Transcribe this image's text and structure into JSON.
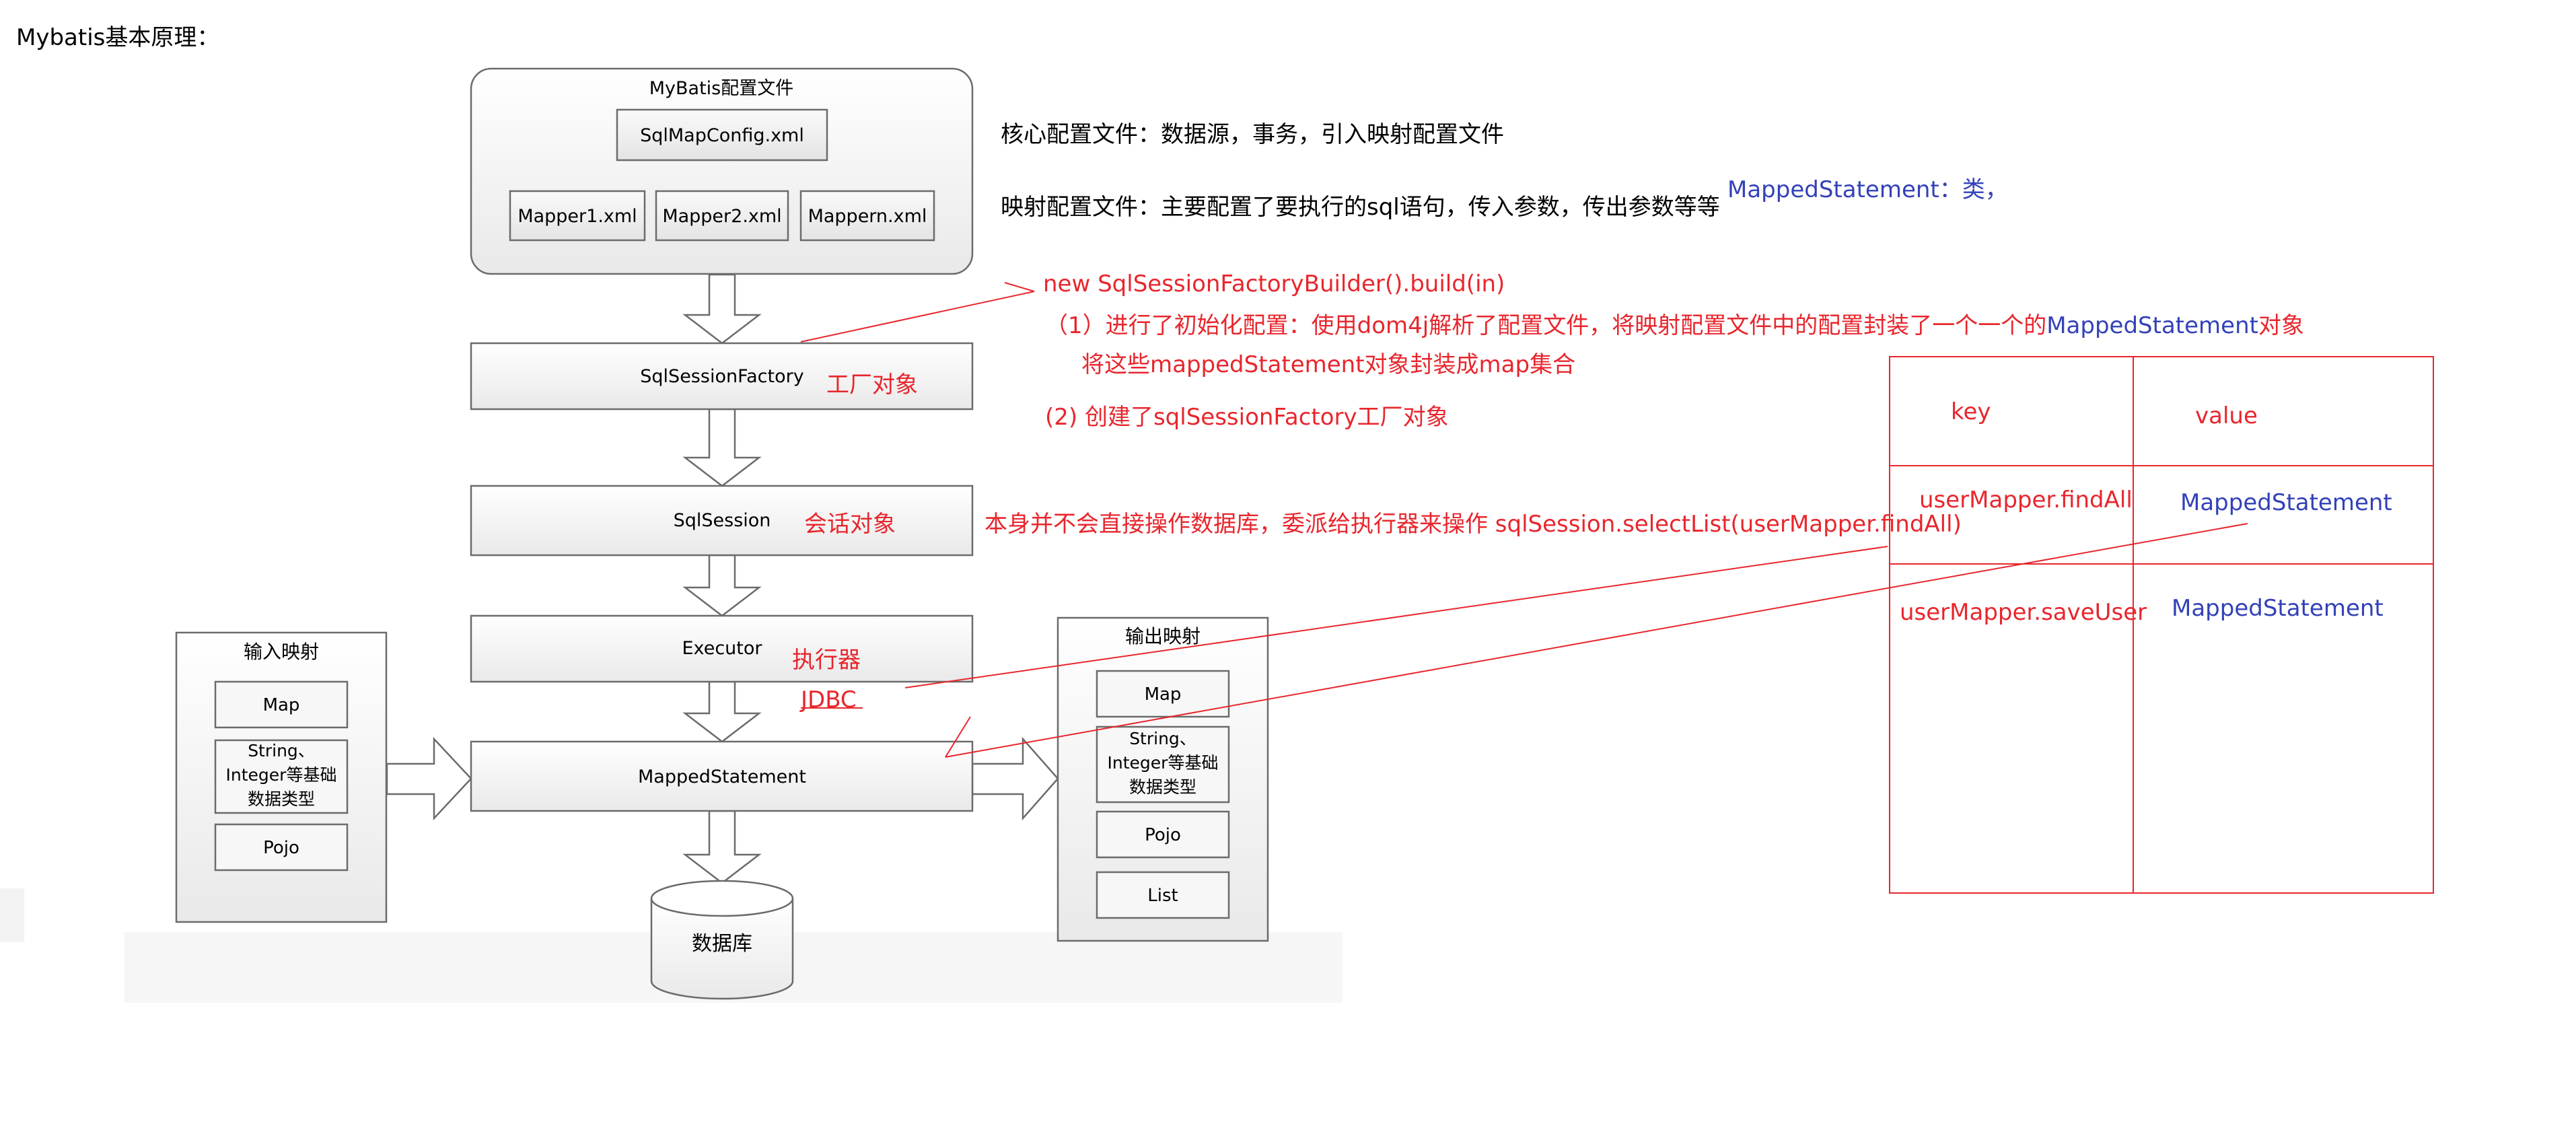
{
  "page": {
    "title": "Mybatis基本原理："
  },
  "diagram": {
    "config_file": {
      "title": "MyBatis配置文件",
      "main": "SqlMapConfig.xml",
      "mappers": [
        "Mapper1.xml",
        "Mapper2.xml",
        "Mappern.xml"
      ]
    },
    "factory": "SqlSessionFactory",
    "session": "SqlSession",
    "executor": "Executor",
    "statement": "MappedStatement",
    "database": "数据库",
    "input_mapping": {
      "title": "输入映射",
      "items": [
        "Map",
        "String、",
        "Integer等基础",
        "数据类型",
        "Pojo"
      ]
    },
    "output_mapping": {
      "title": "输出映射",
      "items": [
        "Map",
        "String、",
        "Integer等基础",
        "数据类型",
        "Pojo",
        "List"
      ]
    }
  },
  "notes": {
    "core_config": "核心配置文件：数据源，事务，引入映射配置文件",
    "mapper_config": "映射配置文件：主要配置了要执行的sql语句，传入参数，传出参数等等",
    "mapped_statement_class": "MappedStatement：类，"
  },
  "annotations": {
    "builder_call": "new SqlSessionFactoryBuilder().build(in)",
    "step1_prefix": "（1）进行了初始化配置：使用dom4j解析了配置文件，将映射配置文件中的配置封装了一个一个的",
    "step1_highlight": "MappedStatement",
    "step1_suffix": "对象",
    "step1_line2": "将这些mappedStatement对象封装成map集合",
    "step2": "(2) 创建了sqlSessionFactory工厂对象",
    "factory_label": "工厂对象",
    "session_label": "会话对象",
    "session_note": "本身并不会直接操作数据库，委派给执行器来操作 sqlSession.selectList(userMapper.findAll)",
    "executor_label": "执行器",
    "jdbc_label": "JDBC"
  },
  "map_table": {
    "headers": [
      "key",
      "value"
    ],
    "rows": [
      {
        "key": "userMapper.findAll",
        "value": "MappedStatement"
      },
      {
        "key": "userMapper.saveUser",
        "value": "MappedStatement"
      }
    ]
  },
  "colors": {
    "annotation_red": "#e8262d",
    "highlight_blue": "#3341b8",
    "box_border": "#6b6b6b",
    "box_fill": "#f4f4f4"
  }
}
